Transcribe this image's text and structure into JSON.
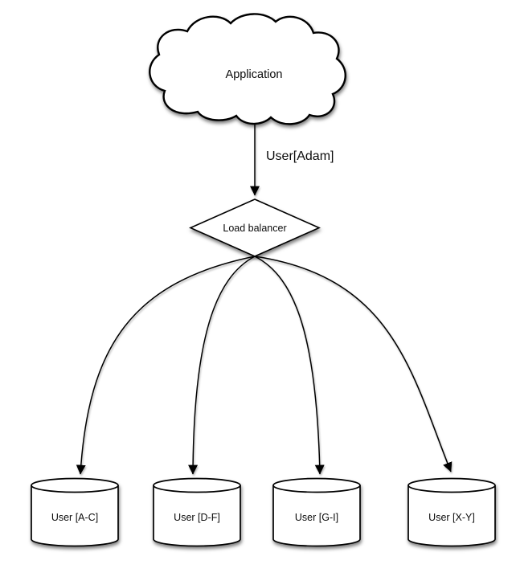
{
  "colors": {
    "background": "#ffffff",
    "shape_fill": "#ffffff",
    "stroke": "#000000",
    "text": "#0b0b0b"
  },
  "nodes": {
    "application": {
      "shape": "cloud",
      "label": "Application"
    },
    "load_balancer": {
      "shape": "diamond",
      "label": "Load balancer"
    },
    "shard_a_c": {
      "shape": "cylinder",
      "label": "User [A-C]"
    },
    "shard_d_f": {
      "shape": "cylinder",
      "label": "User [D-F]"
    },
    "shard_g_i": {
      "shape": "cylinder",
      "label": "User [G-I]"
    },
    "shard_x_y": {
      "shape": "cylinder",
      "label": "User [X-Y]"
    }
  },
  "edges": {
    "app_to_lb": {
      "from": "application",
      "to": "load_balancer",
      "label": "User[Adam]"
    },
    "lb_to_a_c": {
      "from": "load_balancer",
      "to": "shard_a_c"
    },
    "lb_to_d_f": {
      "from": "load_balancer",
      "to": "shard_d_f"
    },
    "lb_to_g_i": {
      "from": "load_balancer",
      "to": "shard_g_i"
    },
    "lb_to_x_y": {
      "from": "load_balancer",
      "to": "shard_x_y"
    }
  }
}
